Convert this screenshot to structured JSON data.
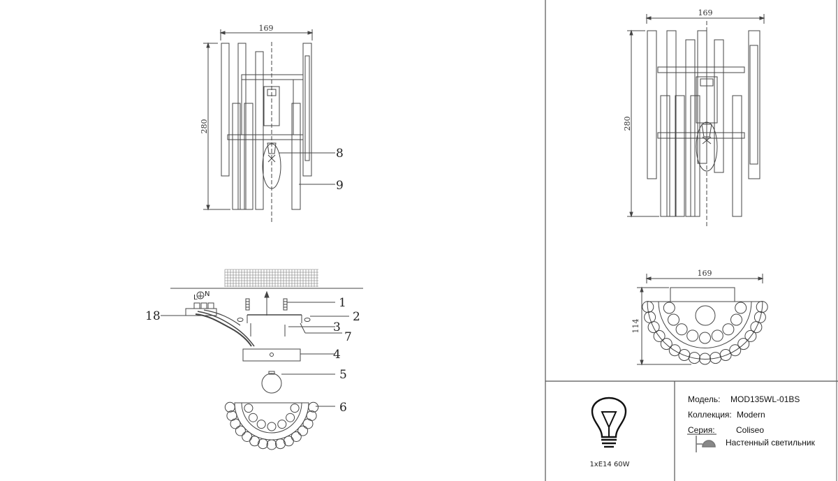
{
  "dimensions": {
    "front_width": "169",
    "front_height": "280",
    "side_width": "169",
    "side_height": "280",
    "top_width": "169",
    "top_depth": "114"
  },
  "callouts": [
    "1",
    "2",
    "3",
    "7",
    "4",
    "5",
    "6",
    "8",
    "9",
    "18"
  ],
  "wiring": {
    "terminal_l": "L",
    "terminal_n": "N"
  },
  "spec": {
    "lamp": "1xE14 60W"
  },
  "info": {
    "model_label": "Модель:",
    "model_value": "MOD135WL-01BS",
    "collection_label": "Коллекция:",
    "collection_value": "Modern",
    "series_label": "Серия:",
    "series_value": "Coliseo",
    "type_value": "Настенный светильник"
  },
  "icons": {
    "bulb": "bulb-icon",
    "mount": "wall-lamp-icon"
  }
}
